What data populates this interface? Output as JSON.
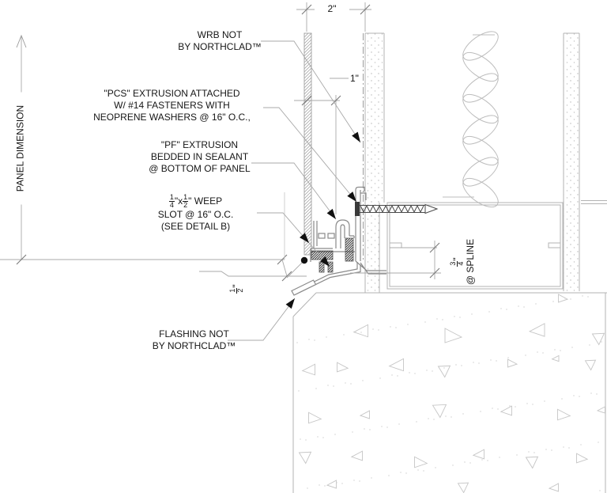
{
  "labels": {
    "wrb": {
      "l1": "WRB NOT",
      "l2": "BY NORTHCLAD™"
    },
    "pcs": {
      "l1": "\"PCS\" EXTRUSION ATTACHED",
      "l2": "W/ #14 FASTENERS WITH",
      "l3": "NEOPRENE WASHERS @ 16\" O.C.,"
    },
    "pf": {
      "l1": "\"PF\" EXTRUSION",
      "l2": "BEDDED IN SEALANT",
      "l3": "@ BOTTOM OF PANEL"
    },
    "weep": {
      "f1n": "1",
      "f1d": "4",
      "mid": "\"x",
      "f2n": "1",
      "f2d": "2",
      "tail": "\" WEEP",
      "l2": "SLOT @ 16\" O.C.",
      "l3": "(SEE DETAIL B)"
    },
    "flashing": {
      "l1": "FLASHING NOT",
      "l2": "BY NORTHCLAD™"
    },
    "panel_dim": "PANEL DIMENSION"
  },
  "dims": {
    "width2": "2\"",
    "gap1": "1\"",
    "half": {
      "n": "1",
      "d": "2",
      "unit": "\""
    },
    "spline": {
      "n": "3",
      "d": "4",
      "unit": "\"",
      "label": "@ SPLINE"
    }
  },
  "colors": {
    "line_gray": "#b3b3b3",
    "extrusion_gray": "#8a8a8a",
    "text": "#161616",
    "arrow": "#111111",
    "screw": "#4a4a4a",
    "hatch_dark": "#333333"
  }
}
